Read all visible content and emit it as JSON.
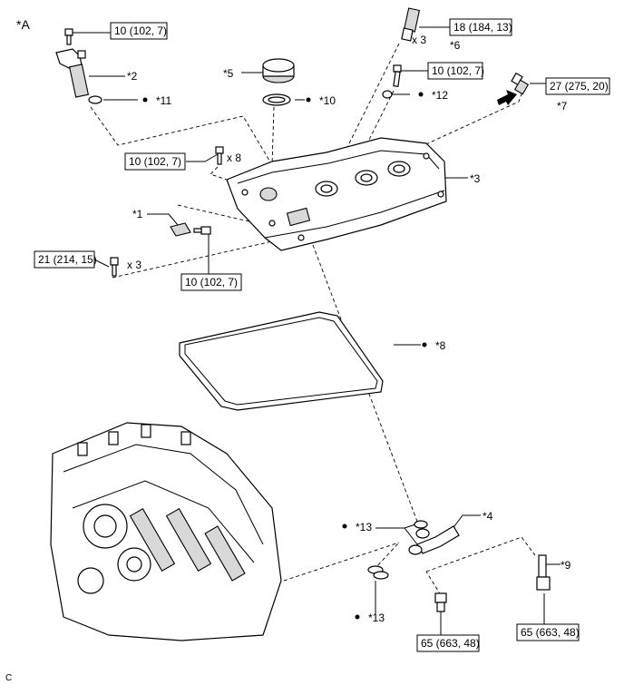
{
  "view_label": "*A",
  "corner_code": "C",
  "parts": {
    "p1": "*1",
    "p2": "*2",
    "p3": "*3",
    "p4": "*4",
    "p5": "*5",
    "p6": "*6",
    "p7": "*7",
    "p8": "*8",
    "p9": "*9",
    "p10": "*10",
    "p11": "*11",
    "p12": "*12",
    "p13a": "*13",
    "p13b": "*13"
  },
  "torques": {
    "t_top_left": "10 (102, 7)",
    "t_sparkplug": "18 (184, 13)",
    "t_stud": "10 (102, 7)",
    "t_pcv": "27 (275, 20)",
    "t_cover_bolts": "10 (102, 7)",
    "t_sensor": "10 (102, 7)",
    "t_side_bolts": "21 (214, 15)",
    "t_union1": "65 (663, 48)",
    "t_union2": "65 (663, 48)"
  },
  "quantities": {
    "q_sparkplug": "x 3",
    "q_cover": "x 8",
    "q_side": "x 3"
  }
}
